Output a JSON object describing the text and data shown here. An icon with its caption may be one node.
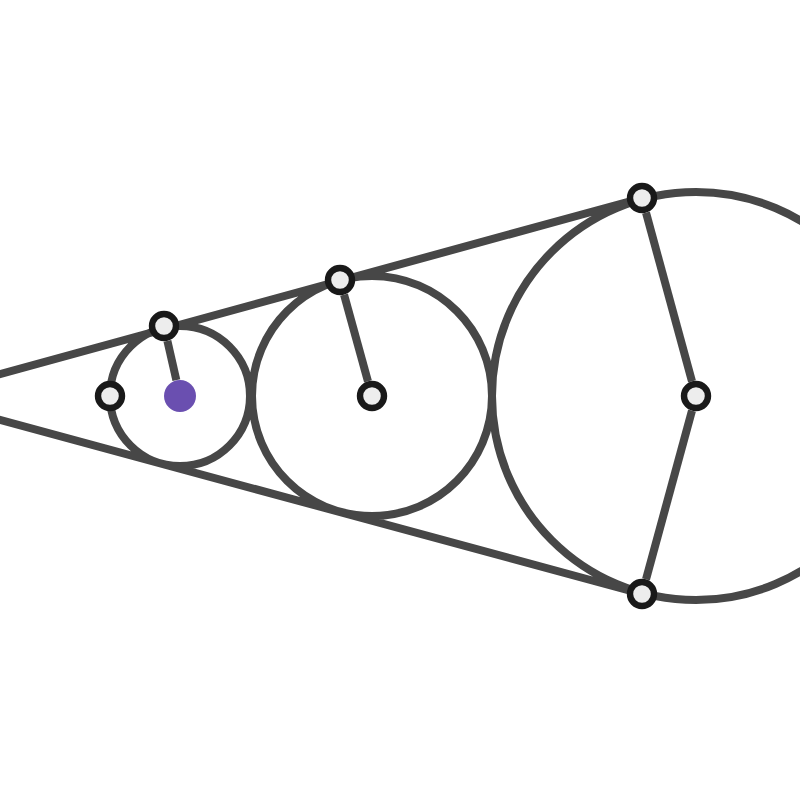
{
  "diagram": {
    "nodes": [
      {
        "text": [],
        "shape": "circle"
      },
      {
        "text": [],
        "shape": "circle"
      },
      {
        "text": [],
        "shape": "dot"
      },
      {
        "text": [],
        "shape": "circle"
      },
      {
        "text": [],
        "shape": "circle"
      },
      {
        "text": [],
        "shape": "circle"
      },
      {
        "text": [],
        "shape": "circle"
      },
      {
        "text": [],
        "shape": "circle"
      }
    ],
    "edges": [
      {
        "from": 1,
        "to": 2,
        "arrow": "none"
      },
      {
        "from": 3,
        "to": 4,
        "arrow": "none"
      },
      {
        "from": 5,
        "to": 6,
        "arrow": "none"
      },
      {
        "from": 6,
        "to": 7,
        "arrow": "none"
      }
    ]
  }
}
